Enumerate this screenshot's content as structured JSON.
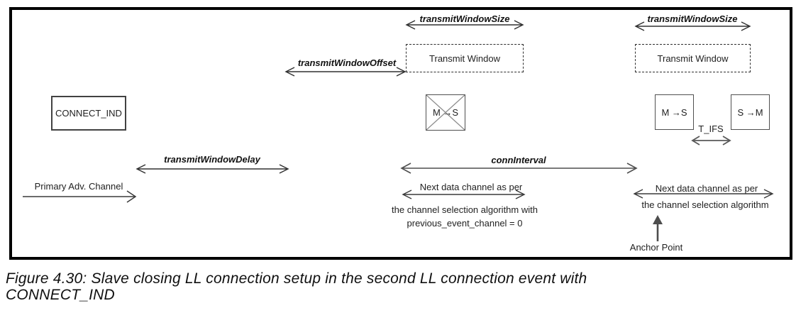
{
  "diagram": {
    "boxes": {
      "connect_ind": "CONNECT_IND",
      "transmit_window_1": "Transmit Window",
      "transmit_window_2": "Transmit Window",
      "ms_crossed": "M →S",
      "ms": "M →S",
      "sm": "S →M"
    },
    "arrow_labels": {
      "transmit_window_size_1": "transmitWindowSize",
      "transmit_window_size_2": "transmitWindowSize",
      "transmit_window_offset": "transmitWindowOffset",
      "transmit_window_delay": "transmitWindowDelay",
      "conn_interval": "connInterval",
      "t_ifs": "T_IFS"
    },
    "annotations": {
      "primary_adv_channel": "Primary Adv. Channel",
      "next_data_left_line1": "Next data channel as per",
      "next_data_left_line2": "the channel selection algorithm with",
      "next_data_left_line3": "previous_event_channel = 0",
      "next_data_right_line1": "Next data channel as per",
      "next_data_right_line2": "the channel selection algorithm",
      "anchor_point": "Anchor Point"
    }
  },
  "caption": {
    "line1": "Figure 4.30:  Slave closing LL connection setup in the second LL connection event with",
    "line2": "CONNECT_IND"
  },
  "colors": {
    "frame_border": "#000000",
    "arrow_black": "#303030",
    "arrow_gray": "#4f4f4f",
    "cross_gray": "#8c8c8c",
    "text": "#1a1a1a"
  }
}
